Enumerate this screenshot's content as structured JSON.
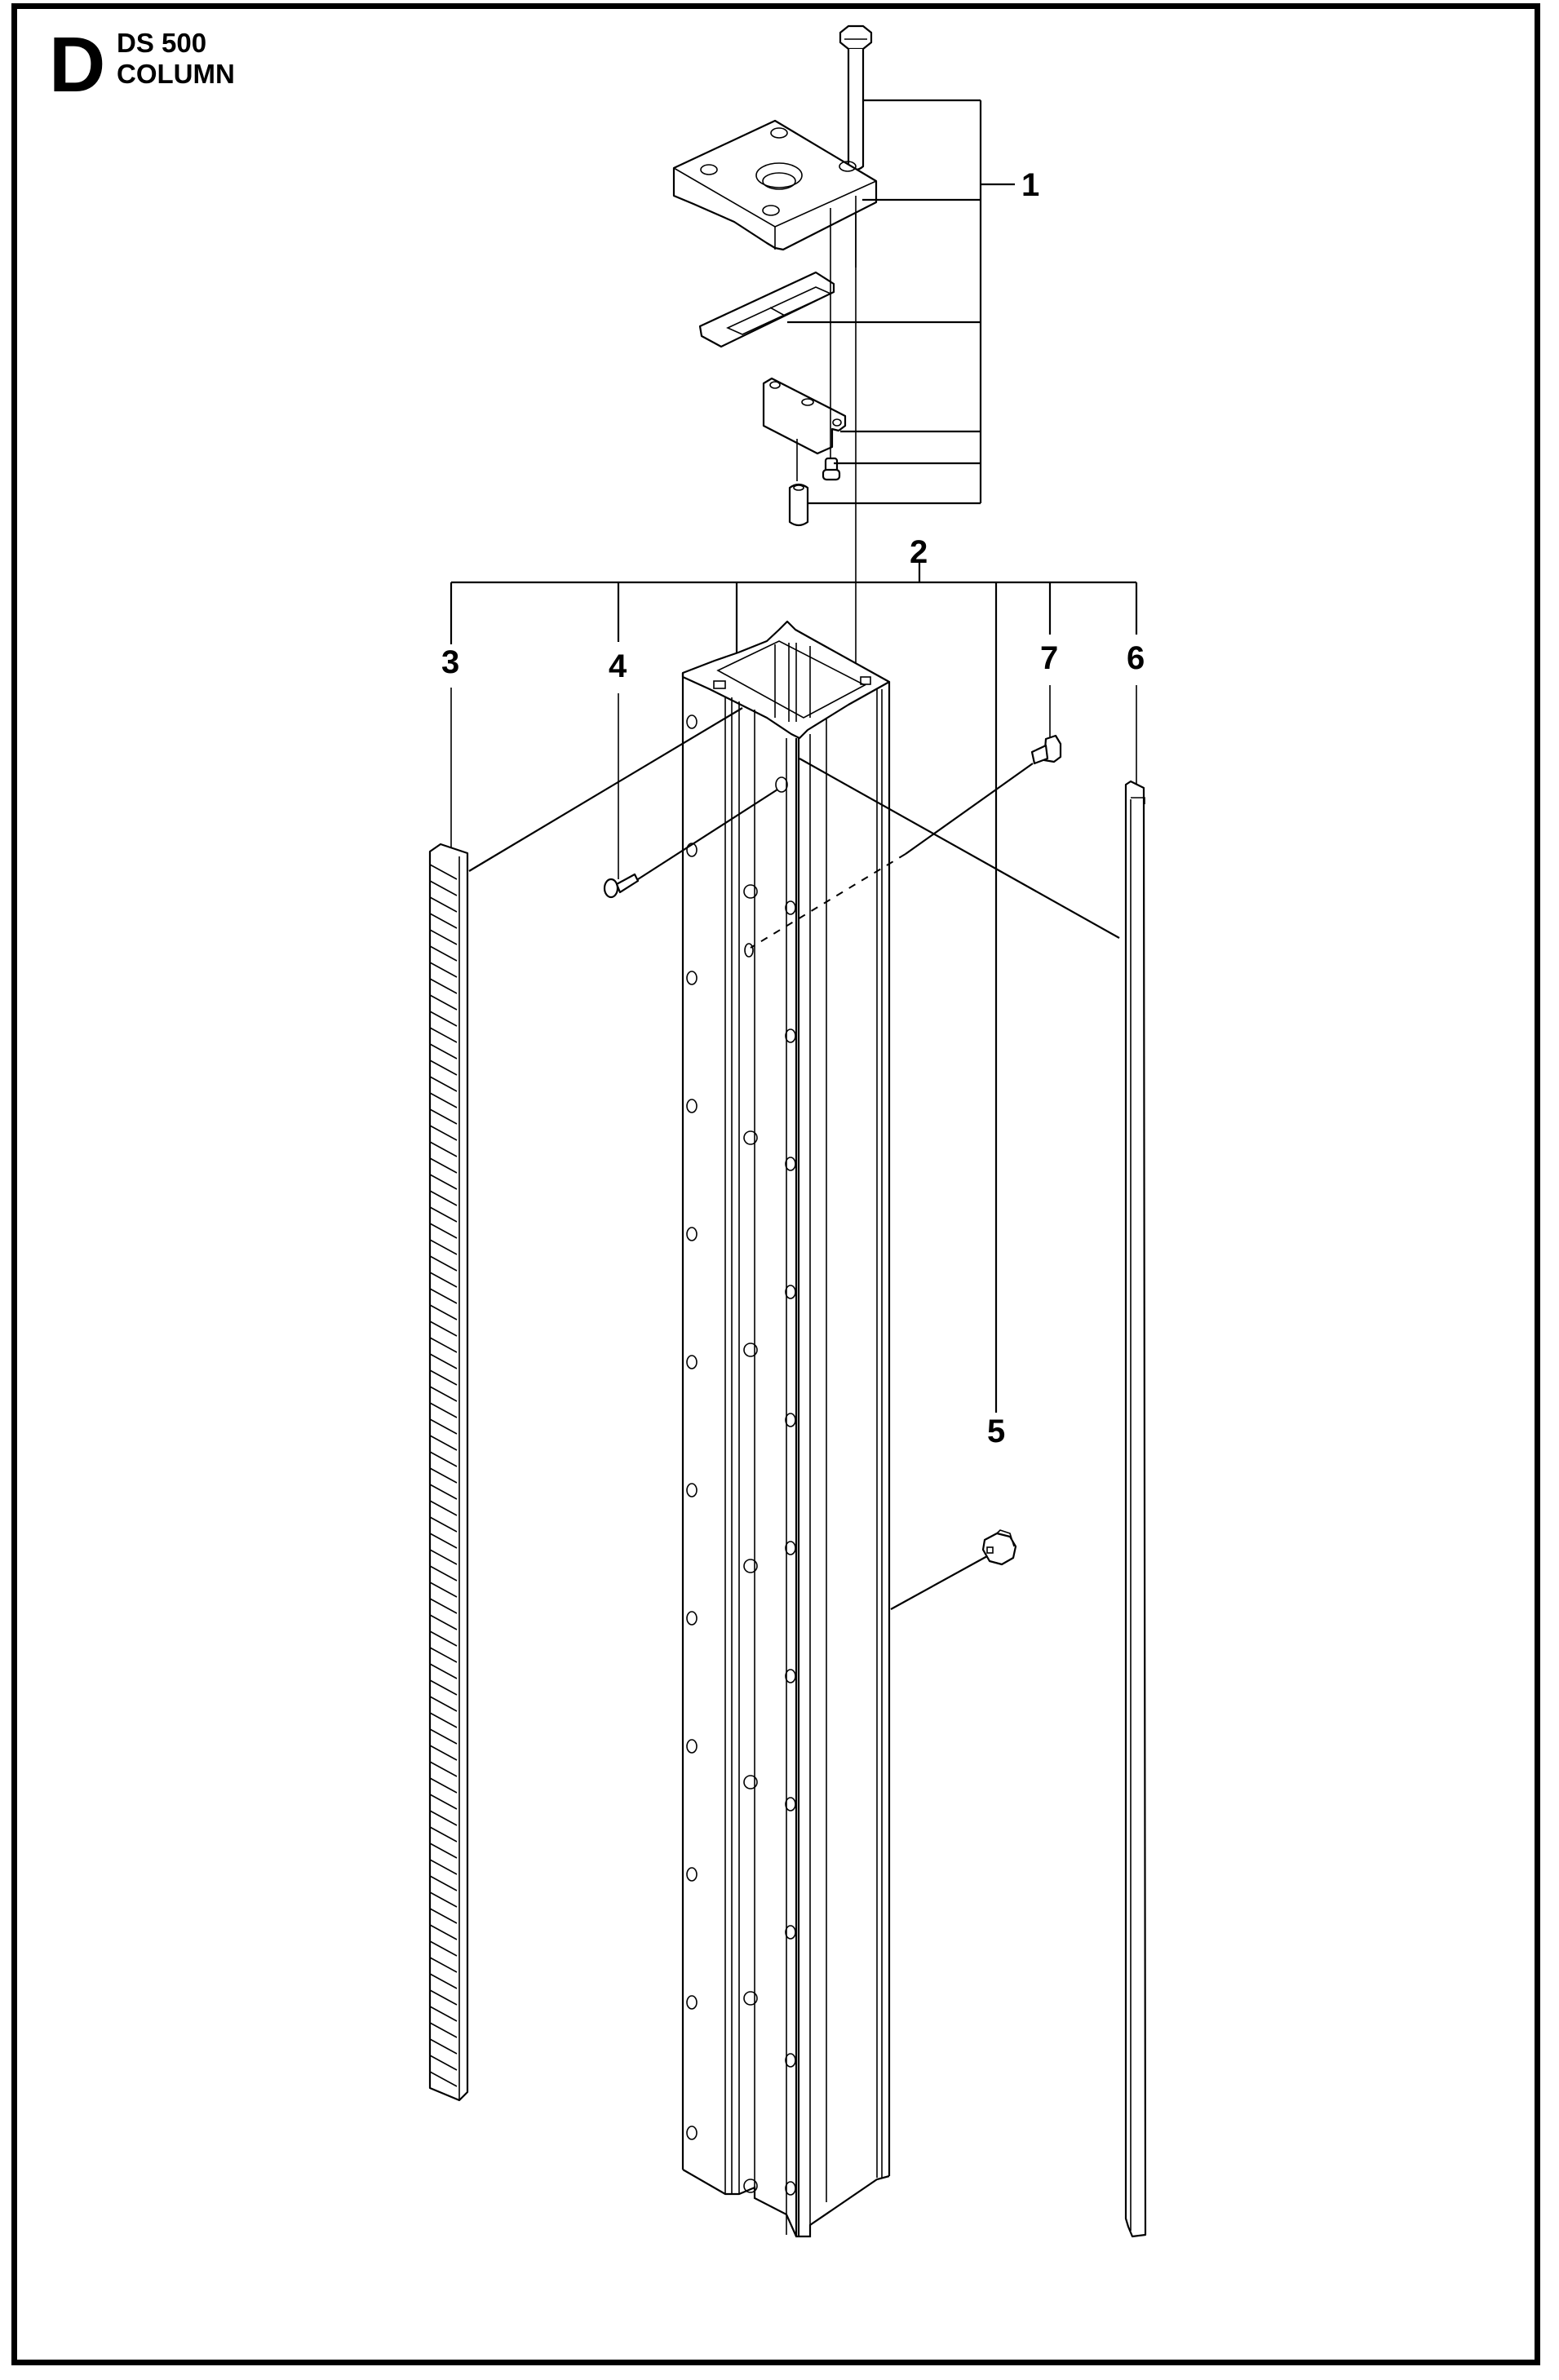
{
  "header": {
    "section_letter": "D",
    "model": "DS 500",
    "assembly": "COLUMN"
  },
  "callouts": [
    {
      "id": "1",
      "label": "1"
    },
    {
      "id": "2",
      "label": "2"
    },
    {
      "id": "3",
      "label": "3"
    },
    {
      "id": "4",
      "label": "4"
    },
    {
      "id": "5",
      "label": "5"
    },
    {
      "id": "6",
      "label": "6"
    },
    {
      "id": "7",
      "label": "7"
    }
  ],
  "parts": {
    "p1": "top-plate-assembly",
    "p2": "column-profile",
    "p3": "gear-rack",
    "p4": "countersunk-screw",
    "p5": "nut-block",
    "p6": "guide-rail",
    "p7": "flange-screw"
  },
  "colors": {
    "line": "#000000",
    "background": "#ffffff"
  }
}
